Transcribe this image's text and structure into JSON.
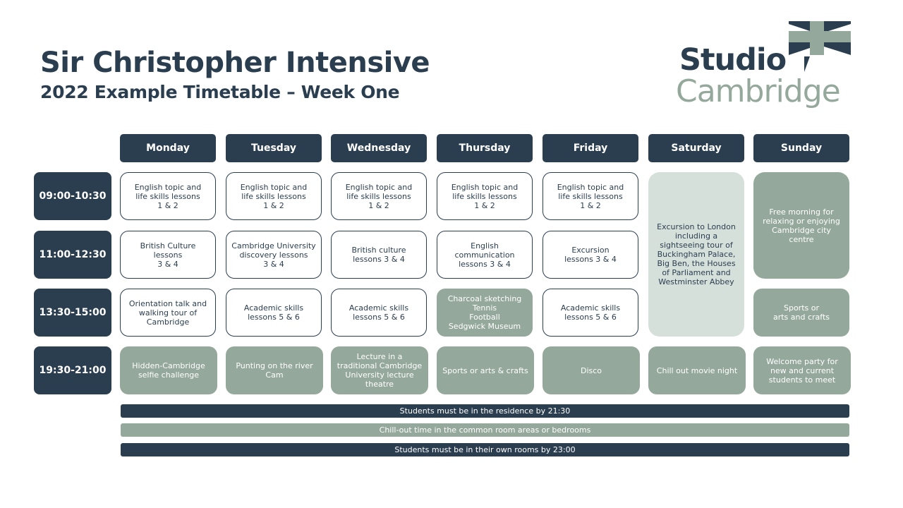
{
  "header": {
    "title": "Sir Christopher Intensive",
    "subtitle": "2022 Example Timetable – Week One"
  },
  "logo": {
    "line1": "Studio",
    "line2": "Cambridge"
  },
  "days": [
    "Monday",
    "Tuesday",
    "Wednesday",
    "Thursday",
    "Friday",
    "Saturday",
    "Sunday"
  ],
  "times": [
    "09:00-10:30",
    "11:00-12:30",
    "13:30-15:00",
    "19:30-21:00"
  ],
  "cells": [
    [
      "English topic and\nlife skills lessons\n1 & 2",
      "British Culture\nlessons\n3 & 4",
      "Orientation talk and\nwalking tour of\nCambridge",
      "Hidden-Cambridge\nselfie challenge"
    ],
    [
      "English topic and\nlife skills lessons\n1 & 2",
      "Cambridge University\ndiscovery lessons\n3 & 4",
      "Academic skills\nlessons 5 & 6",
      "Punting on the river\nCam"
    ],
    [
      "English topic and\nlife skills lessons\n1 & 2",
      "British culture\nlessons 3 & 4",
      "Academic skills\nlessons 5 & 6",
      "Lecture in a\ntraditional Cambridge\nUniversity lecture\ntheatre"
    ],
    [
      "English topic and\nlife skills lessons\n1 & 2",
      "English\ncommunication\nlessons 3 & 4",
      "Charcoal sketching\nTennis\nFootball\nSedgwick Museum",
      "Sports or arts & crafts"
    ],
    [
      "English topic and\nlife skills lessons\n1 & 2",
      "Excursion\nlessons 3 & 4",
      "Academic skills\nlessons 5 & 6",
      "Disco"
    ],
    [
      "Excursion to London\nincluding a\nsightseeing tour of\nBuckingham Palace,\nBig Ben, the Houses\nof Parliament and\nWestminster Abbey",
      null,
      null,
      "Chill out movie night"
    ],
    [
      "Free morning for\nrelaxing or enjoying\nCambridge city\ncentre",
      null,
      "Sports or\narts and crafts",
      "Welcome party for\nnew and current\nstudents to meet"
    ]
  ],
  "notices": [
    "Students must be in the residence by 21:30",
    "Chill-out time in the common room areas or bedrooms",
    "Students must be in their own rooms by 23:00"
  ],
  "colors": {
    "navy": "#2b3e50",
    "sage": "#95a89c",
    "light": "#d6e0db"
  }
}
